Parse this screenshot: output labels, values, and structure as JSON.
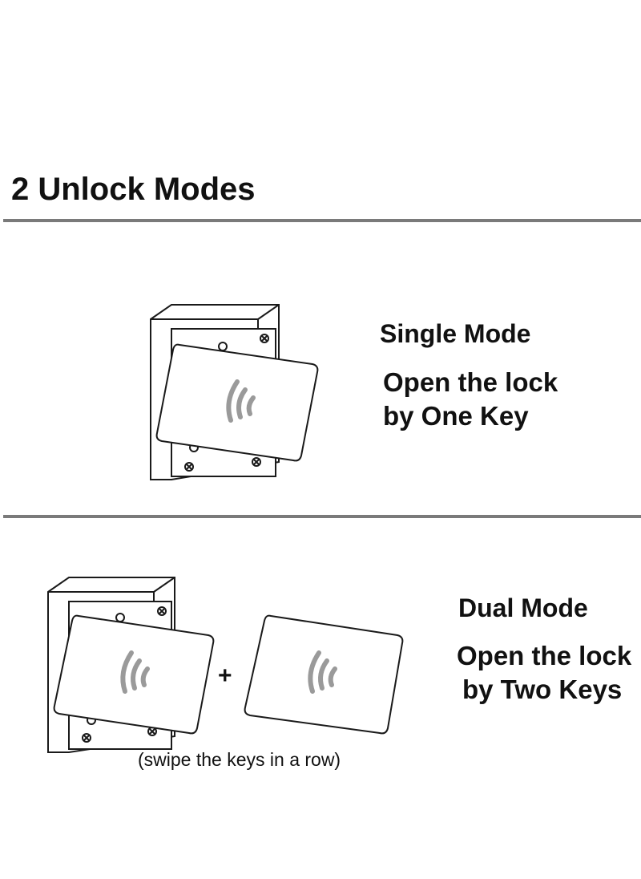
{
  "header": {
    "title": "2 Unlock Modes"
  },
  "single_mode": {
    "heading": "Single Mode",
    "line1": "Open the lock",
    "line2": "by One Key"
  },
  "dual_mode": {
    "heading": "Dual Mode",
    "line1": "Open the lock",
    "line2": "by Two Keys",
    "plus": "+",
    "caption": "(swipe the keys in a row)"
  },
  "icons": [
    "lock-body-icon",
    "key-card-icon",
    "nfc-wave-icon",
    "screw-icon"
  ],
  "colors": {
    "rule": "#7a7a7a",
    "wave": "#9a9a9a",
    "stroke": "#1a1a1a"
  }
}
